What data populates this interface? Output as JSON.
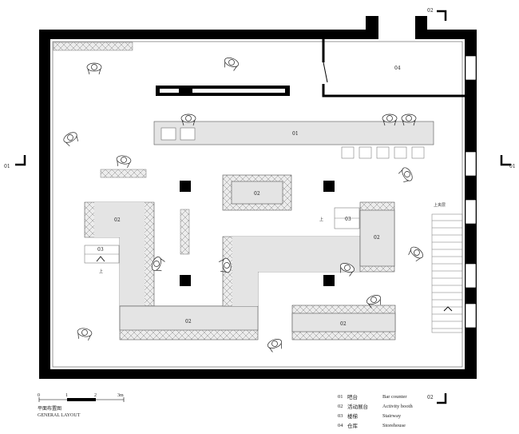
{
  "plan": {
    "booth_label": "02",
    "bar_label": "01",
    "stair_label": "03",
    "storehouse_label": "04",
    "up_label": "上",
    "upstairs_label": "上夹层",
    "section_marks": [
      "01",
      "01",
      "02",
      "02"
    ]
  },
  "scale": {
    "ticks": [
      "0",
      "1",
      "2",
      "3m"
    ],
    "title_zh": "平面布置图",
    "title_en": "GENERAL LAYOUT"
  },
  "legend": [
    {
      "num": "01",
      "zh": "吧台",
      "en": "Bar counter"
    },
    {
      "num": "02",
      "zh": "活动展台",
      "en": "Activity booth"
    },
    {
      "num": "03",
      "zh": "楼梯",
      "en": "Stairway"
    },
    {
      "num": "04",
      "zh": "仓库",
      "en": "Storehouse"
    }
  ],
  "colors": {
    "wall": "#000000",
    "booth_fill": "#e6e6e6",
    "hatch": "#9a9a9a"
  }
}
